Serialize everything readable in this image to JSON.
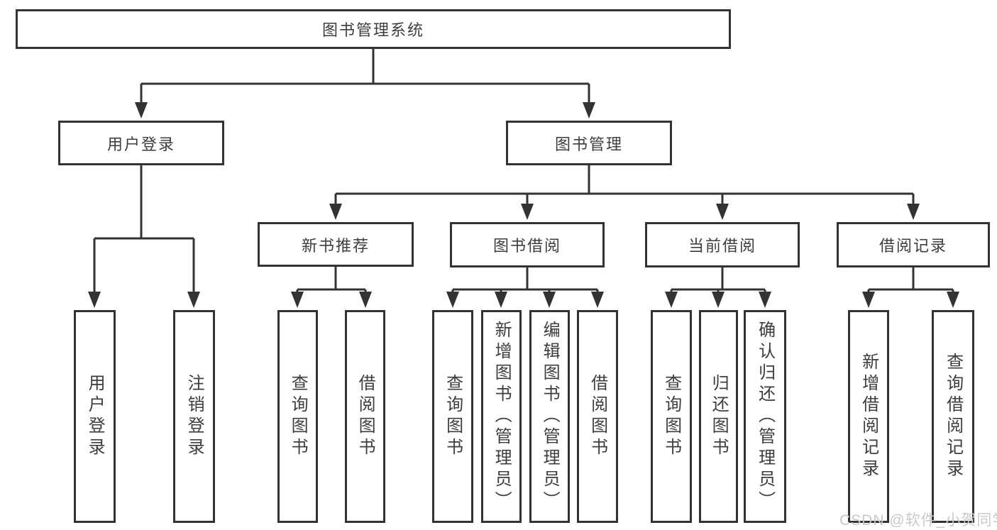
{
  "tree": {
    "root": {
      "label": "图书管理系统"
    },
    "children": [
      {
        "label": "用户登录",
        "children": [
          {
            "label": "用户登录"
          },
          {
            "label": "注销登录"
          }
        ]
      },
      {
        "label": "图书管理",
        "children": [
          {
            "label": "新书推荐",
            "children": [
              {
                "label": "查询图书"
              },
              {
                "label": "借阅图书"
              }
            ]
          },
          {
            "label": "图书借阅",
            "children": [
              {
                "label": "查询图书"
              },
              {
                "label": "新增图书（管理员）"
              },
              {
                "label": "编辑图书（管理员）"
              },
              {
                "label": "借阅图书"
              }
            ]
          },
          {
            "label": "当前借阅",
            "children": [
              {
                "label": "查询图书"
              },
              {
                "label": "归还图书"
              },
              {
                "label": "确认归还（管理员）"
              }
            ]
          },
          {
            "label": "借阅记录",
            "children": [
              {
                "label": "新增借阅记录"
              },
              {
                "label": "查询借阅记录"
              }
            ]
          }
        ]
      }
    ]
  },
  "watermark": {
    "text": "CSDN @软件_小贺同学"
  },
  "colors": {
    "line": "#333333",
    "text": "#3d3d3d",
    "box_fill": "#ffffff",
    "background": "#ffffff",
    "watermark": "#c9c9c9"
  }
}
